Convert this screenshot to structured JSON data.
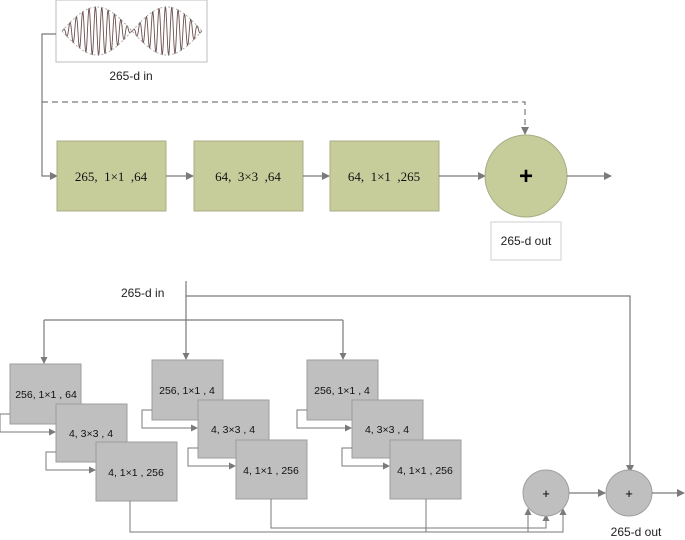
{
  "top": {
    "input_label": "265-d in",
    "blocks": [
      {
        "label": "265,  1×1  ,64"
      },
      {
        "label": "64,  3×3  ,64"
      },
      {
        "label": "64,  1×1  ,265"
      }
    ],
    "plus_symbol": "+",
    "output_label": "265-d out"
  },
  "bottom": {
    "input_label": "265-d in",
    "paths": [
      {
        "blocks": [
          {
            "label": "256, 1×1 , 64"
          },
          {
            "label": "4, 3×3 , 4"
          },
          {
            "label": "4, 1×1 , 256"
          }
        ]
      },
      {
        "blocks": [
          {
            "label": "256, 1×1 , 4"
          },
          {
            "label": "4, 3×3 , 4"
          },
          {
            "label": "4, 1×1 , 256"
          }
        ]
      },
      {
        "blocks": [
          {
            "label": "256, 1×1 , 4"
          },
          {
            "label": "4, 3×3 , 4"
          },
          {
            "label": "4, 1×1 , 256"
          }
        ]
      }
    ],
    "plus_symbols": [
      "+",
      "+"
    ],
    "output_label": "265-d out"
  },
  "colors": {
    "block_green": "#c6cc9a",
    "block_grey": "#bfbfbf",
    "line": "#7a7a7a"
  }
}
